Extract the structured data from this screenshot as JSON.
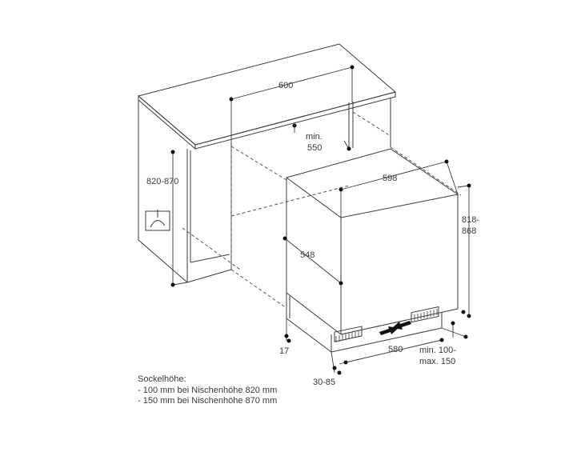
{
  "dimensions": {
    "worktop_width": "600",
    "niche_depth_min_label": "min.",
    "niche_depth_min_value": "550",
    "niche_height": "820-870",
    "appliance_width": "598",
    "appliance_height_line1": "818-",
    "appliance_height_line2": "868",
    "appliance_depth": "548",
    "plinth_offset": "17",
    "base_width": "580",
    "plinth_range_line1": "min. 100-",
    "plinth_range_line2": "max. 150",
    "recess": "30-85"
  },
  "note": {
    "title": "Sockelhöhe:",
    "line1": "- 100 mm bei Nischenhöhe 820 mm",
    "line2": "- 150 mm bei Nischenhöhe 870 mm"
  },
  "colors": {
    "line": "#3a3a3a",
    "dash": "#555555",
    "dot": "#111111"
  }
}
